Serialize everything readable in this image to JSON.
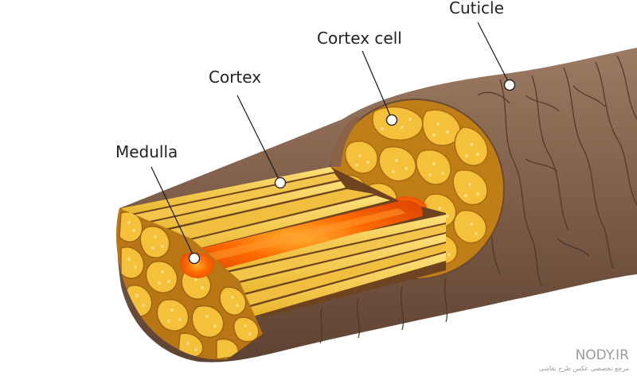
{
  "labels": {
    "cuticle": "Cuticle",
    "cortex_cell": "Cortex cell",
    "cortex": "Cortex",
    "medulla": "Medulla"
  },
  "watermark": {
    "brand": "NODY.IR",
    "subtitle": "مرجع تخصصی عکس طرح نقاشی"
  },
  "colors": {
    "cuticle": "#7a5a45",
    "cuticle_dark": "#5e4232",
    "cuticle_light": "#9c7a63",
    "cortex_cell": "#f5c03a",
    "cortex_matrix": "#c98a1a",
    "fiber_light": "#f7d15a",
    "fiber_dark": "#7b4a1e",
    "medulla": "#ff5a00",
    "medulla_glow": "#ff8a1e"
  }
}
